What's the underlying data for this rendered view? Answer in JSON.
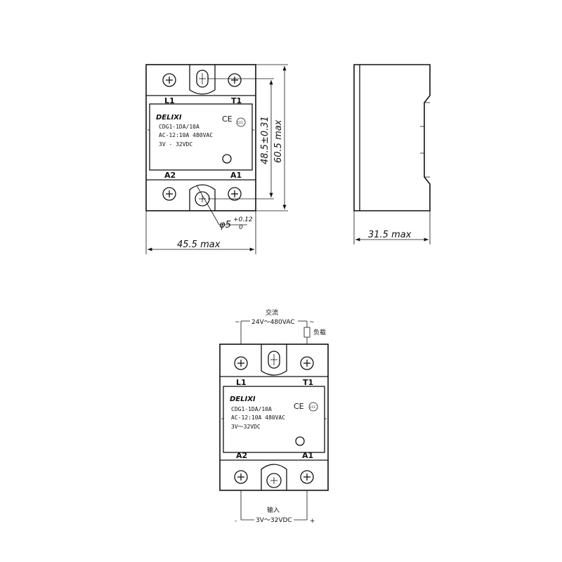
{
  "top_front": {
    "brand": "DELIXI",
    "model": "CDG1-1DA/10A",
    "rating": "AC-12:10A 480VAC",
    "control": "3V - 32VDC",
    "ce_mark": "CE",
    "ccc_mark": "CCC",
    "term_l1": "L1",
    "term_t1": "T1",
    "term_a2": "A2",
    "term_a1": "A1",
    "dim_height_inner": "48.5±0.31",
    "dim_height_outer": "60.5 max",
    "dim_width": "45.5 max",
    "dim_hole": "φ5",
    "dim_hole_tol_upper": "+0.12",
    "dim_hole_tol_lower": "0"
  },
  "top_side": {
    "dim_depth": "31.5 max"
  },
  "wiring": {
    "ac_label": "交流",
    "ac_voltage": "24V～480VAC",
    "tilde_left": "~",
    "tilde_right": "~",
    "load_label": "负载",
    "brand": "DELIXI",
    "model": "CDG1-1DA/10A",
    "rating": "AC-12:10A 480VAC",
    "control": "3V～32VDC",
    "ce_mark": "CE",
    "ccc_mark": "CCC",
    "term_l1": "L1",
    "term_t1": "T1",
    "term_a2": "A2",
    "term_a1": "A1",
    "input_label": "输入",
    "input_voltage": "3V～32VDC",
    "minus": "-",
    "plus": "+"
  },
  "icons": [
    "screw-terminal-icon",
    "mounting-hole-icon",
    "led-indicator-icon",
    "load-resistor-icon",
    "dimension-arrow-icon"
  ]
}
